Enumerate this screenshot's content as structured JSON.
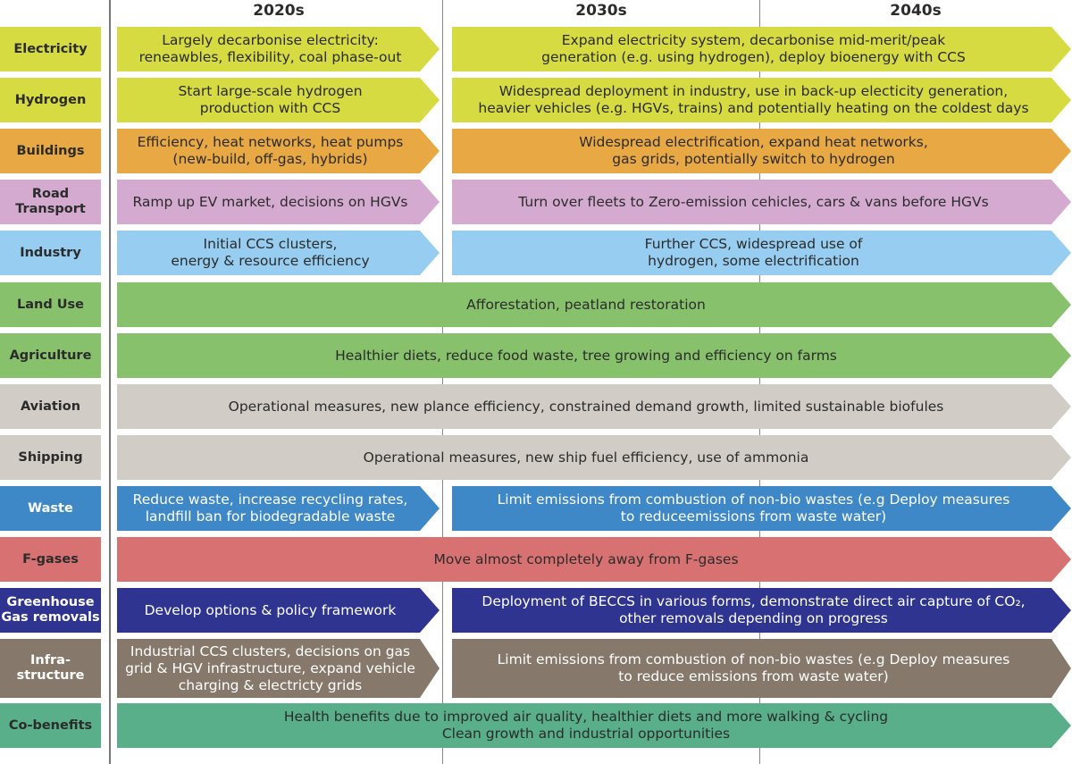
{
  "headers": [
    "2020s",
    "2030s",
    "2040s"
  ],
  "rows": [
    {
      "label": "Electricity",
      "color": "#d5db40",
      "a": "Largely decarbonise electricity:\nreneawbles, flexibility, coal phase-out",
      "b": "Expand electricity system, decarbonise mid-merit/peak\ngeneration (e.g. using hydrogen), deploy bioenergy with CCS"
    },
    {
      "label": "Hydrogen",
      "color": "#d5db40",
      "a": "Start large-scale hydrogen\nproduction with CCS",
      "b": "Widespread deployment in industry, use in back-up electicity generation,\nheavier vehicles (e.g. HGVs, trains) and potentially heating on the coldest days"
    },
    {
      "label": "Buildings",
      "color": "#e8a844",
      "a": "Efficiency, heat networks, heat pumps\n(new-build, off-gas, hybrids)",
      "b": "Widespread electrification, expand heat networks,\ngas grids, potentially switch to hydrogen"
    },
    {
      "label": "Road\nTransport",
      "color": "#d4aad0",
      "a": "Ramp up EV market, decisions on HGVs",
      "b": "Turn over fleets to Zero-emission cehicles, cars & vans before HGVs"
    },
    {
      "label": "Industry",
      "color": "#97cdf0",
      "a": "Initial CCS clusters,\nenergy & resource efficiency",
      "b": "Further CCS, widespread use of\nhydrogen, some electrification"
    },
    {
      "label": "Land Use",
      "color": "#88c16c",
      "full": "Afforestation, peatland restoration"
    },
    {
      "label": "Agriculture",
      "color": "#88c16c",
      "full": "Healthier diets, reduce food waste, tree growing and efficiency on farms"
    },
    {
      "label": "Aviation",
      "color": "#d1cdc6",
      "full": "Operational measures, new plance efficiency, constrained demand growth, limited sustainable biofules"
    },
    {
      "label": "Shipping",
      "color": "#d1cdc6",
      "full": "Operational measures, new ship fuel efficiency, use of ammonia"
    },
    {
      "label": "Waste",
      "color": "#3f88c8",
      "light": true,
      "a": "Reduce waste, increase recycling rates,\nlandfill ban for biodegradable waste",
      "b": "Limit emissions from combustion of non-bio wastes (e.g Deploy measures\nto reduceemissions from waste water)"
    },
    {
      "label": "F-gases",
      "color": "#d87272",
      "full": "Move almost completely away from F-gases"
    },
    {
      "label": "Greenhouse\nGas removals",
      "color": "#2f3491",
      "light": true,
      "a": "Develop options & policy framework",
      "b": "Deployment of BECCS in various forms, demonstrate direct air capture of CO₂,\nother removals depending on progress"
    },
    {
      "label": "Infra-\nstructure",
      "color": "#86796b",
      "light": true,
      "a": "Industrial CCS clusters, decisions on gas\ngrid & HGV infrastructure, expand vehicle\ncharging & electricty grids",
      "b": "Limit emissions from combustion of non-bio wastes (e.g Deploy measures\nto reduce emissions from waste water)"
    },
    {
      "label": "Co-benefits",
      "color": "#58af89",
      "full": "Health benefits due to improved air quality, healthier diets and more walking & cycling\nClean growth and industrial opportunities"
    }
  ]
}
